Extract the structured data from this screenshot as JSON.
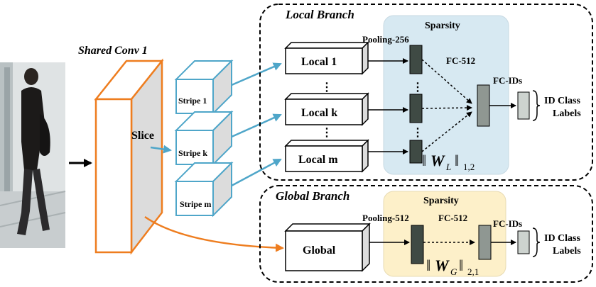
{
  "shared_conv": {
    "title": "Shared Conv 1",
    "slice_label": "Slice"
  },
  "stripes": [
    "Stripe 1",
    "Stripe k",
    "Stripe m"
  ],
  "local_branch": {
    "title": "Local Branch",
    "sparsity": "Sparsity",
    "pooling": "Pooling-256",
    "fc": "FC-512",
    "fc_ids": "FC-IDs",
    "boxes": [
      "Local 1",
      "Local k",
      "Local m"
    ],
    "norm_symbol": "W",
    "norm_sub": "L",
    "norm_index": "1,2",
    "output_line1": "ID Class",
    "output_line2": "Labels"
  },
  "global_branch": {
    "title": "Global Branch",
    "sparsity": "Sparsity",
    "pooling": "Pooling-512",
    "fc": "FC-512",
    "fc_ids": "FC-IDs",
    "box": "Global",
    "norm_symbol": "W",
    "norm_sub": "G",
    "norm_index": "2,1",
    "output_line1": "ID Class",
    "output_line2": "Labels"
  },
  "colors": {
    "conv_border": "#ee7d1f",
    "stripe_border": "#4fa6c9",
    "local_arrow": "#4fa6c9",
    "global_arrow": "#ee7d1f",
    "local_panel": "#d7e9f2",
    "global_panel": "#fdf0c9",
    "feature_dark": "#3f4a44",
    "fc_grey": "#8f9792",
    "fc_light": "#cdd3cf"
  }
}
